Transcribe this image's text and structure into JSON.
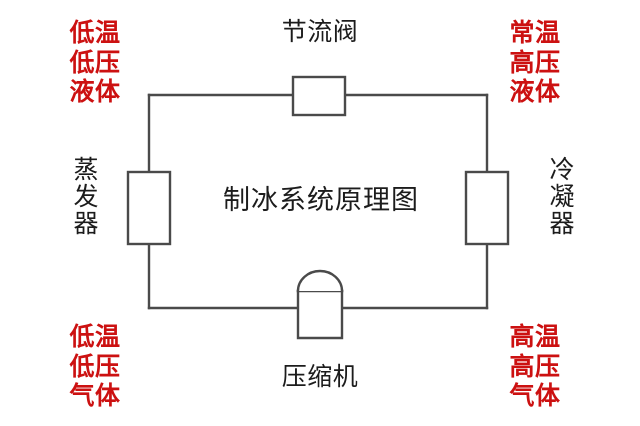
{
  "diagram": {
    "title": "制冰系统原理图",
    "line_color": "#4a4a4a",
    "red_color": "#cc1111",
    "black_color": "#1c1c1c",
    "background": "#ffffff"
  },
  "components": {
    "throttle_valve": "节流阀",
    "compressor": "压缩机",
    "evaporator": "蒸发器",
    "condenser": "冷凝器"
  },
  "state_labels": {
    "top_left": "低温\n低压\n液体",
    "top_right": "常温\n高压\n液体",
    "bottom_left": "低温\n低压\n气体",
    "bottom_right": "高温\n高压\n气体"
  }
}
